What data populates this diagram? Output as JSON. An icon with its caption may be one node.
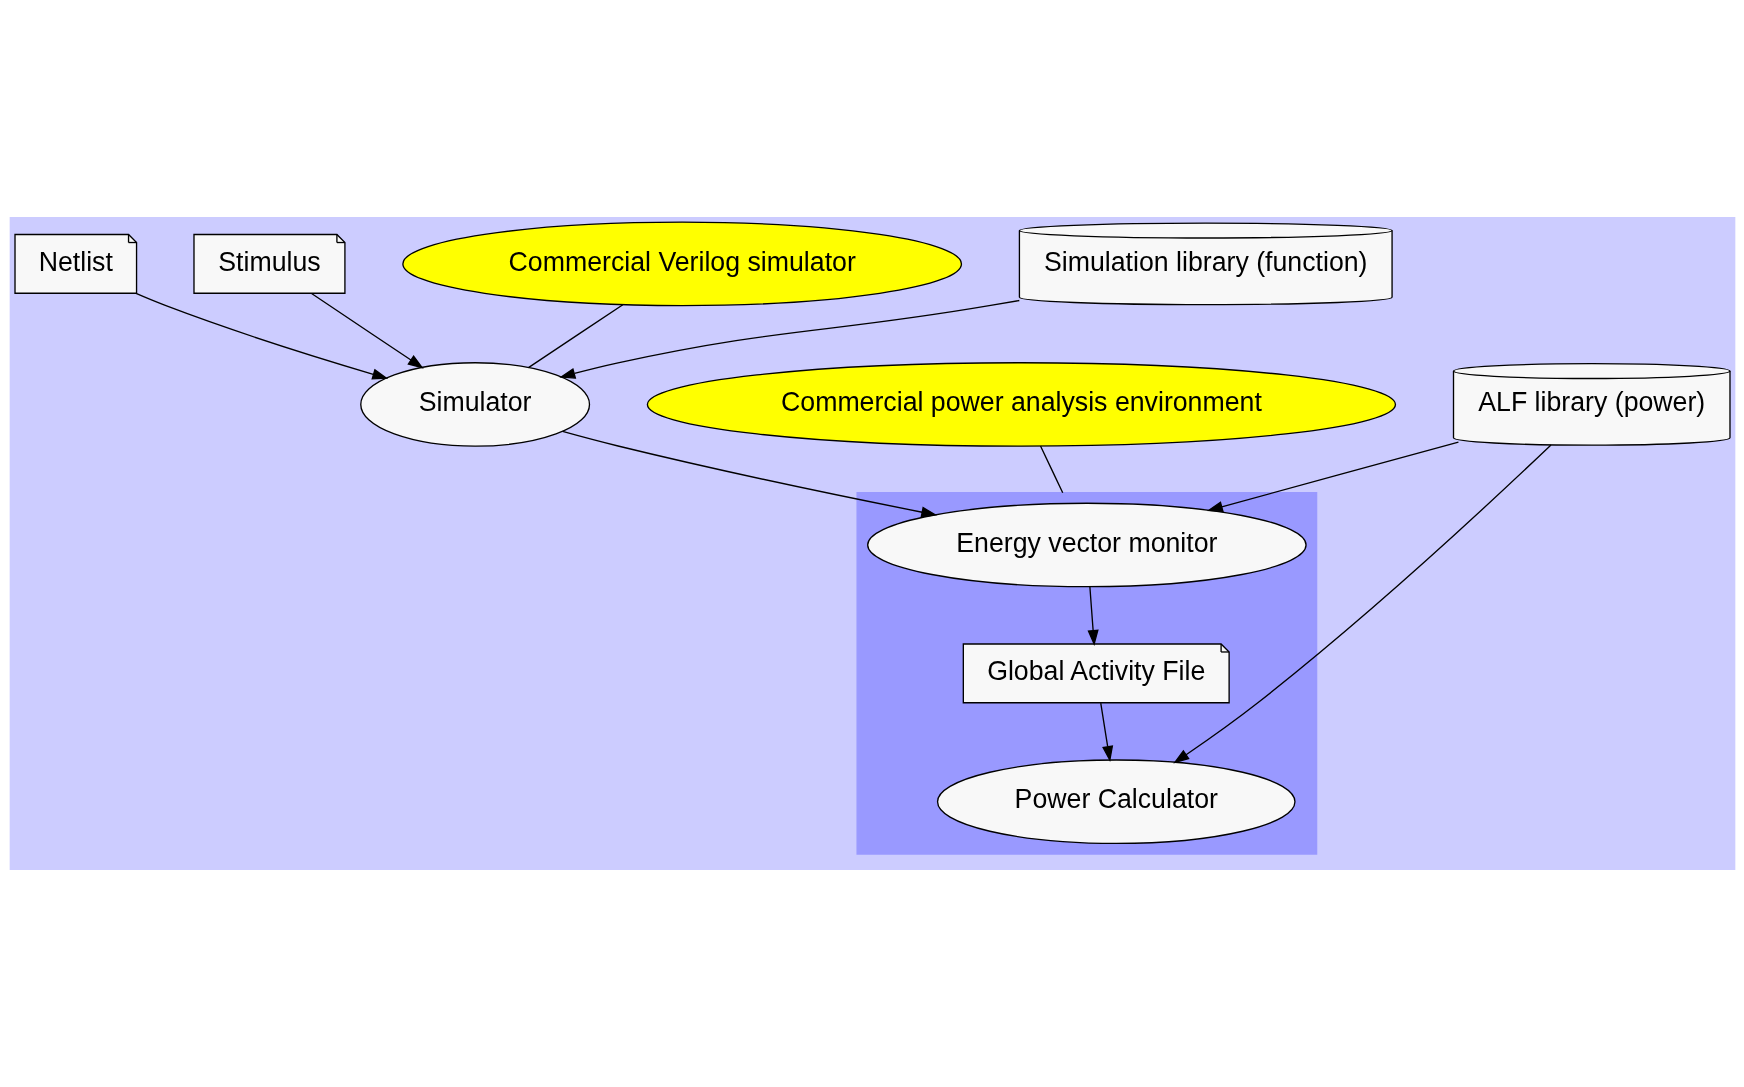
{
  "diagram": {
    "nodes": [
      {
        "text": [
          "Netlist"
        ]
      },
      {
        "text": [
          "Stimulus"
        ]
      },
      {
        "text": [
          "Commercial power analysis environment"
        ]
      },
      {
        "text": [],
        "shape": "box"
      },
      {
        "text": [
          "Simulator"
        ]
      },
      {
        "text": [
          "Energy vector monitor"
        ],
        "in": 3
      },
      {
        "text": [
          "Commercial Verilog simulator"
        ]
      },
      {
        "text": [
          "Global Activity File"
        ],
        "in": 3
      },
      {
        "text": [
          "ALF library (power)"
        ]
      },
      {
        "text": [
          "Simulation library (function)"
        ]
      },
      {
        "text": [
          "Power Calculator"
        ],
        "in": 3
      }
    ],
    "edges": [
      {
        "from": 0,
        "to": 4,
        "arrow": "to"
      },
      {
        "from": 1,
        "to": 4,
        "arrow": "to"
      },
      {
        "from": 4,
        "to": 5,
        "arrow": "to"
      },
      {
        "from": 5,
        "to": 7,
        "arrow": "to"
      },
      {
        "from": 7,
        "to": 10,
        "arrow": "to"
      },
      {
        "from": 8,
        "to": 5,
        "arrow": "to"
      },
      {
        "from": 8,
        "to": 10,
        "arrow": "to"
      },
      {
        "from": 9,
        "to": 4,
        "arrow": "to"
      },
      {
        "from": 6,
        "to": 4,
        "arrow": "none"
      },
      {
        "from": 2,
        "to": 3,
        "arrow": "none"
      }
    ]
  }
}
